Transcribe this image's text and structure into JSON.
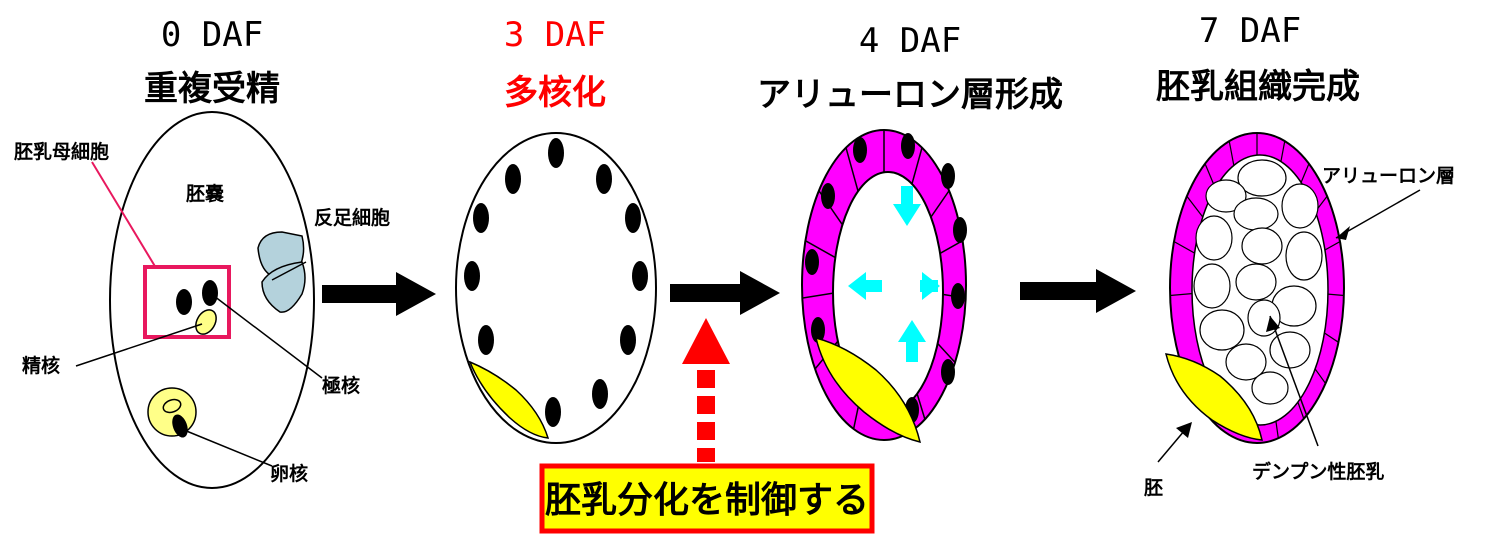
{
  "stages": [
    {
      "day": "0 DAF",
      "name": "重複受精"
    },
    {
      "day": "3 DAF",
      "name": "多核化"
    },
    {
      "day": "4 DAF",
      "name": "アリューロン層形成"
    },
    {
      "day": "7 DAF",
      "name": "胚乳組織完成"
    }
  ],
  "labels": {
    "endosperm_mother_cell": "胚乳母細胞",
    "embryo_sac": "胚嚢",
    "antipodal_cells": "反足細胞",
    "sperm_nucleus": "精核",
    "polar_nuclei": "極核",
    "egg_nucleus": "卵核",
    "aleurone_layer": "アリューロン層",
    "embryo": "胚",
    "starchy_endosperm": "デンプン性胚乳"
  },
  "banner": "胚乳分化を制御する",
  "colors": {
    "highlight_title": "#ff0000",
    "aleurone": "#ff00ff",
    "embryo": "#ffff00",
    "antipodal": "#b4d2dc",
    "sperm": "#ffff88",
    "cyan_arrows": "#00ffff",
    "banner_fill": "#ffff00",
    "banner_border": "#ff0000",
    "mother_cell_box": "#e8185e"
  }
}
